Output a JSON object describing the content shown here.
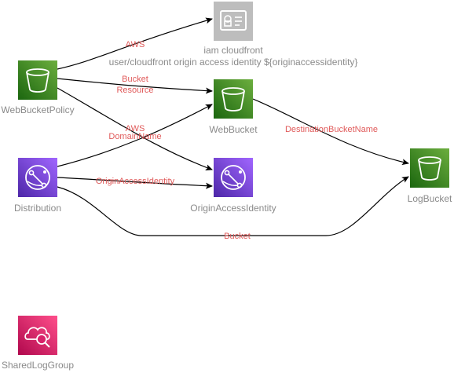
{
  "nodes": {
    "iam": {
      "label": "iam cloudfront",
      "sublabel": "user/cloudfront origin access identity ${originaccessidentity}",
      "icon": "iam-identity-icon"
    },
    "webbucketpolicy": {
      "label": "WebBucketPolicy",
      "icon": "s3-bucket-icon"
    },
    "webbucket": {
      "label": "WebBucket",
      "icon": "s3-bucket-icon"
    },
    "distribution": {
      "label": "Distribution",
      "icon": "cloudfront-icon"
    },
    "oai": {
      "label": "OriginAccessIdentity",
      "icon": "cloudfront-icon"
    },
    "logbucket": {
      "label": "LogBucket",
      "icon": "s3-bucket-icon"
    },
    "sharedloggroup": {
      "label": "SharedLogGroup",
      "icon": "cloudwatch-logs-icon"
    }
  },
  "edges": {
    "policy_to_iam": {
      "label": "AWS"
    },
    "policy_to_webbucket": {
      "label": "Bucket",
      "label2": "Resource"
    },
    "policy_to_oai": {
      "label": ""
    },
    "distribution_to_webbucket": {
      "label": "AWS",
      "label2": "DomainName"
    },
    "distribution_to_oai": {
      "label": "OriginAccessIdentity"
    },
    "webbucket_to_logbucket": {
      "label": "DestinationBucketName"
    },
    "distribution_to_logbucket": {
      "label": "Bucket"
    }
  },
  "colors": {
    "s3": "#3f8624",
    "cloudfront": "#5a30b5",
    "iam": "#bdbdbd",
    "cloudwatch": "#e7157b",
    "edge": "#000000",
    "edge_label": "#e05a5a",
    "node_label": "#8a8a8a"
  }
}
